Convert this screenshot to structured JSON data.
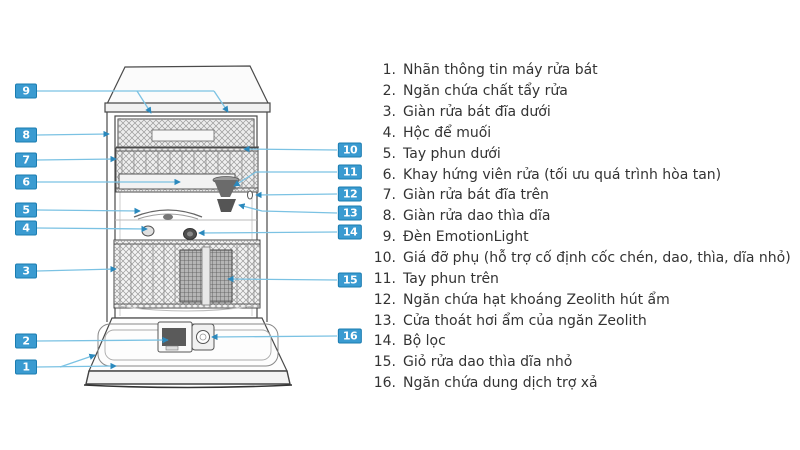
{
  "page": {
    "background": "#ffffff",
    "description_language": "vi"
  },
  "colors": {
    "chip_bg": "#3a9bd1",
    "chip_border": "#1b7cb0",
    "leader_line": "#7bc2e3",
    "arrow_tip": "#2b89bd",
    "text": "#333333",
    "line_art": "#4a4a4a"
  },
  "diagram": {
    "subject": "dishwasher-exploded-front-view",
    "callouts": [
      "1",
      "2",
      "3",
      "4",
      "5",
      "6",
      "7",
      "8",
      "9",
      "10",
      "11",
      "12",
      "13",
      "14",
      "15",
      "16"
    ]
  },
  "parts": {
    "items": [
      {
        "num": "1.",
        "text": "Nhãn thông tin máy rửa bát"
      },
      {
        "num": "2.",
        "text": "Ngăn chứa chất tẩy rửa"
      },
      {
        "num": "3.",
        "text": "Giàn rửa bát đĩa dưới"
      },
      {
        "num": "4.",
        "text": "Hộc để muối"
      },
      {
        "num": "5.",
        "text": "Tay phun dưới"
      },
      {
        "num": "6.",
        "text": "Khay hứng viên rửa (tối ưu quá trình hòa tan)"
      },
      {
        "num": "7.",
        "text": "Giàn rửa bát đĩa trên"
      },
      {
        "num": "8.",
        "text": "Giàn rửa dao thìa dĩa"
      },
      {
        "num": "9.",
        "text": "Đèn EmotionLight"
      },
      {
        "num": "10.",
        "text": "Giá đỡ phụ (hỗ trợ cố định cốc chén, dao, thìa, dĩa nhỏ)"
      },
      {
        "num": "11.",
        "text": "Tay phun trên"
      },
      {
        "num": "12.",
        "text": "Ngăn chứa hạt khoáng Zeolith hút ẩm"
      },
      {
        "num": "13.",
        "text": "Cửa thoát hơi ẩm của ngăn Zeolith"
      },
      {
        "num": "14.",
        "text": "Bộ lọc"
      },
      {
        "num": "15.",
        "text": "Giỏ rửa dao thìa dĩa nhỏ"
      },
      {
        "num": "16.",
        "text": "Ngăn chứa dung dịch trợ xả"
      }
    ]
  }
}
